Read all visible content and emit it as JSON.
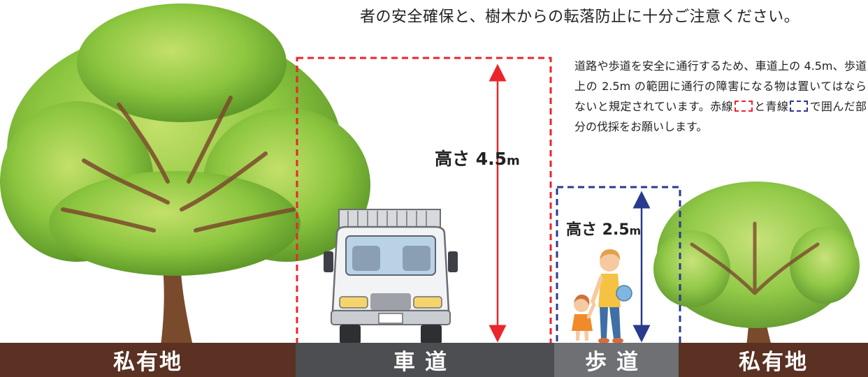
{
  "header": {
    "text": "者の安全確保と、樹木からの転落防止に十分ご注意ください。"
  },
  "note": {
    "text_before": "道路や歩道を安全に通行するため、車道上の 4.5m、歩道上の 2.5m の範囲に通行の障害になる物は置いてはならないと規定されています。赤線",
    "text_middle": "と青線",
    "text_after": "で囲んだ部分の伐採をお願いします。"
  },
  "roadway_height": {
    "label": "高さ 4.5",
    "unit": "m"
  },
  "sidewalk_height": {
    "label": "高さ 2.5",
    "unit": "m"
  },
  "zones": {
    "private_left": "私有地",
    "roadway": "車道",
    "sidewalk": "歩道",
    "private_right": "私有地"
  },
  "colors": {
    "red_line": "#e8262c",
    "blue_line": "#2a3a8c",
    "soil_brown": "#5a3122",
    "road_gray": "#4d4e52",
    "sidewalk_gray": "#6e7074",
    "foliage_green": "#8cc63f"
  },
  "icons": {
    "left_tree": "large-tree-illustration",
    "right_tree": "tree-illustration",
    "truck": "truck-illustration",
    "pedestrians": "mother-and-child-illustration"
  }
}
